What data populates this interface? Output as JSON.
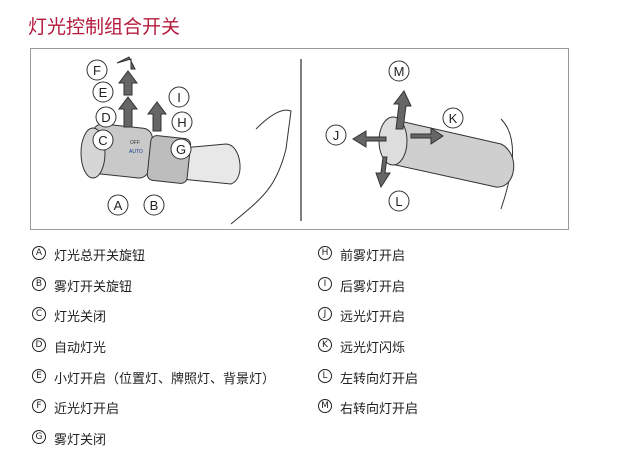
{
  "title": "灯光控制组合开关",
  "figure": {
    "left_labels": [
      "A",
      "B",
      "C",
      "D",
      "E",
      "F",
      "G",
      "H",
      "I"
    ],
    "right_labels": [
      "J",
      "K",
      "L",
      "M"
    ],
    "switch_text": {
      "off": "OFF",
      "auto": "AUTO"
    }
  },
  "legend_left": [
    {
      "key": "A",
      "text": "灯光总开关旋钮"
    },
    {
      "key": "B",
      "text": "雾灯开关旋钮"
    },
    {
      "key": "C",
      "text": "灯光关闭"
    },
    {
      "key": "D",
      "text": "自动灯光"
    },
    {
      "key": "E",
      "text": "小灯开启（位置灯、牌照灯、背景灯）"
    },
    {
      "key": "F",
      "text": "近光灯开启"
    },
    {
      "key": "G",
      "text": "雾灯关闭"
    }
  ],
  "legend_right": [
    {
      "key": "H",
      "text": "前雾灯开启"
    },
    {
      "key": "I",
      "text": "后雾灯开启"
    },
    {
      "key": "J",
      "text": "远光灯开启"
    },
    {
      "key": "K",
      "text": "远光灯闪烁"
    },
    {
      "key": "L",
      "text": "左转向灯开启"
    },
    {
      "key": "M",
      "text": "右转向灯开启"
    }
  ]
}
